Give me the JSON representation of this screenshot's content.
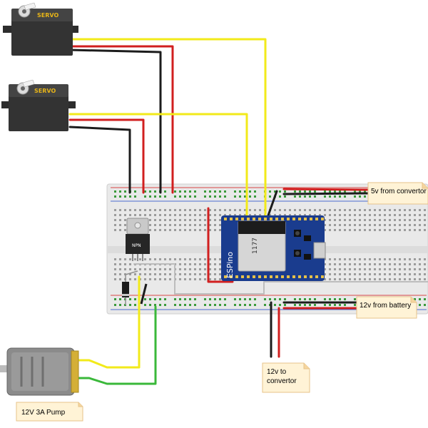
{
  "components": {
    "servo_top": {
      "label": "SERVO"
    },
    "servo_bottom": {
      "label": "SERVO"
    },
    "transistor": {
      "label": "NPN"
    },
    "microcontroller": {
      "label": "ESPino",
      "module_id": "1177"
    },
    "pump": {
      "label": "12V 3A Pump"
    }
  },
  "notes": {
    "five_volt": "5v from convertor",
    "battery": "12v from battery",
    "to_convertor_line1": "12v to",
    "to_convertor_line2": "convertor"
  },
  "colors": {
    "signal_wire": "#f2ea1a",
    "power_wire": "#d11f1f",
    "ground_wire": "#1c1c1c",
    "pump_ground_wire": "#3ab83a",
    "breadboard": "#e9e9e9",
    "esp_board": "#1a3c8e",
    "servo_body": "#333333",
    "note_fill": "#fff3d6"
  }
}
